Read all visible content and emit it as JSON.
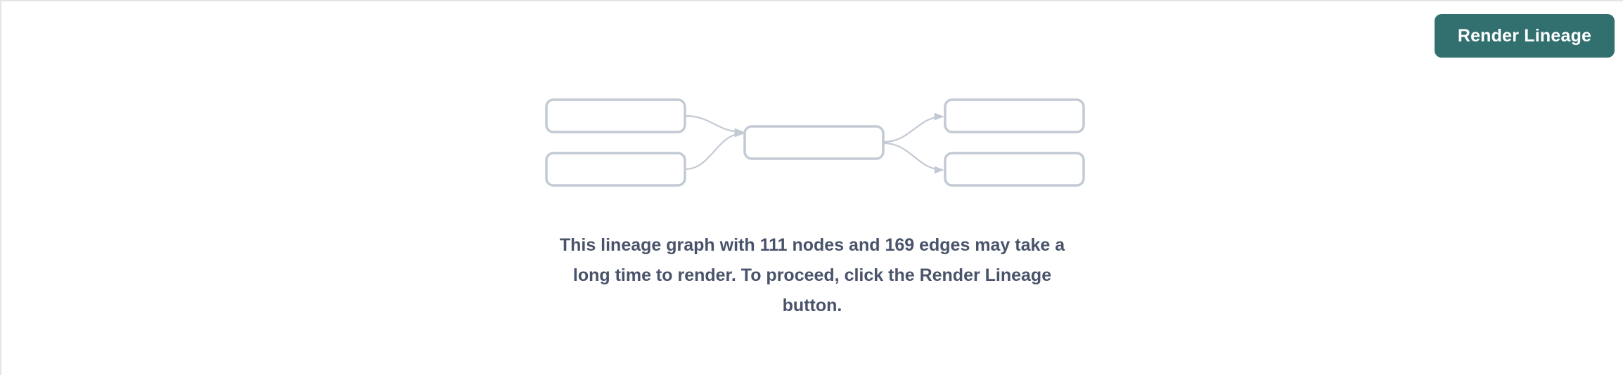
{
  "panel": {
    "background_color": "#ffffff",
    "border_color": "#e3e5e9"
  },
  "toolbar": {
    "render_lineage_label": "Render Lineage",
    "button_color": "#32706f",
    "button_text_color": "#ffffff"
  },
  "graph_placeholder": {
    "node_stroke_color": "#c3cad4",
    "edge_color": "#c3cad4",
    "node_count": 5,
    "edge_count": 4,
    "nodes": [
      {
        "id": "left-top",
        "label": ""
      },
      {
        "id": "left-bottom",
        "label": ""
      },
      {
        "id": "center",
        "label": ""
      },
      {
        "id": "right-top",
        "label": ""
      },
      {
        "id": "right-bottom",
        "label": ""
      }
    ],
    "edges": [
      {
        "from": "left-top",
        "to": "center"
      },
      {
        "from": "left-bottom",
        "to": "center"
      },
      {
        "from": "center",
        "to": "right-top"
      },
      {
        "from": "center",
        "to": "right-bottom"
      }
    ]
  },
  "message": {
    "text": "This lineage graph with 111 nodes and 169 edges may take a long time to render. To proceed, click the Render Lineage button.",
    "node_count": 111,
    "edge_count": 169,
    "text_color": "#49536a"
  }
}
